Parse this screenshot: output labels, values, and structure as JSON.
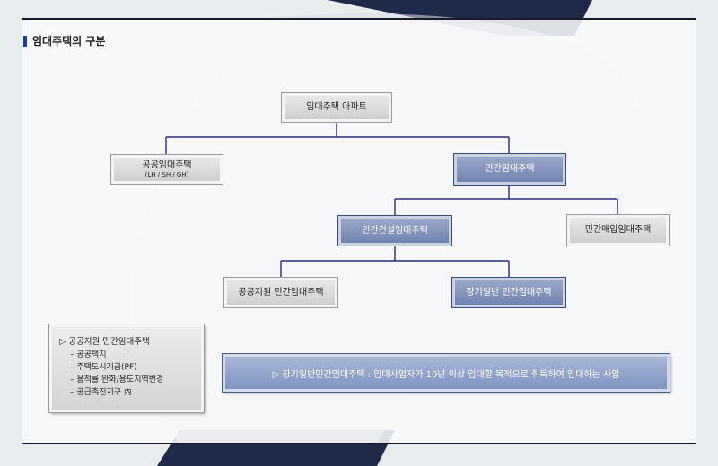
{
  "title": "임대주택의 구분",
  "nodes": {
    "root": "임대주택 아파트",
    "public": {
      "label": "공공임대주택",
      "sub": "(LH / SH / GH)"
    },
    "private": "민간임대주택",
    "private_build": "민간건설임대주택",
    "private_buy": "민간매입임대주택",
    "public_support": "공공지원 민간임대주택",
    "long_term": "장기일반 민간임대주택"
  },
  "notes": {
    "head": "▷ 공공지원 민간임대주택",
    "items": [
      "– 공공택지",
      "– 주택도시기금(PF)",
      "– 용적률 완화/용도지역변경",
      "– 공급촉진지구 內"
    ]
  },
  "banner": "▷ 장기일반민간임대주택 : 임대사업자가 10년 이상 임대할 목적으로 취득하여 임대하는 사업",
  "colors": {
    "accent": "#1f3c99",
    "connector": "#2a2a7a",
    "blue_node": "#7184b0",
    "gray_node": "#d6d6d6"
  }
}
